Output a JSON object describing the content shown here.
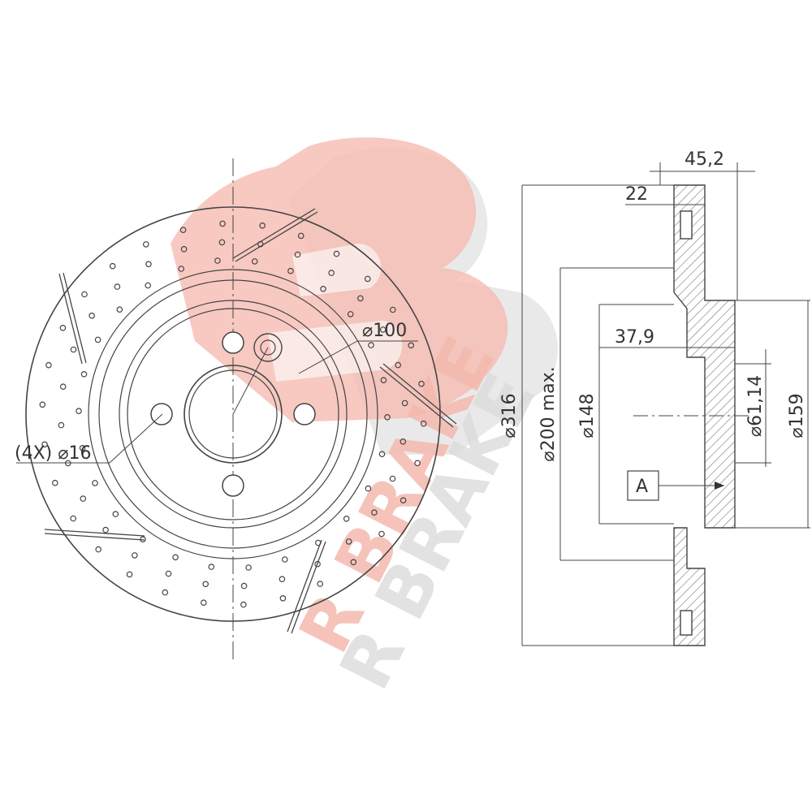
{
  "brand": {
    "logo_text": "R BRAKE",
    "logo_color": "#f4b9ae",
    "shadow_color": "#dcdcdc"
  },
  "front_view": {
    "bolt_circle_label": "⌀100",
    "bolt_holes_label": "(4X) ⌀16",
    "bolt_hole_count": 4
  },
  "side_view": {
    "overall_thickness": "45,2",
    "disc_thickness": "22",
    "hat_depth": "37,9",
    "outer_diameter": "⌀316",
    "friction_inner_diameter": "⌀200 max.",
    "hat_diameter": "⌀148",
    "center_bore": "⌀61,14",
    "hub_diameter": "⌀159",
    "datum": "A"
  },
  "colors": {
    "line": "#444444",
    "hatch": "#777777",
    "text": "#333333"
  }
}
